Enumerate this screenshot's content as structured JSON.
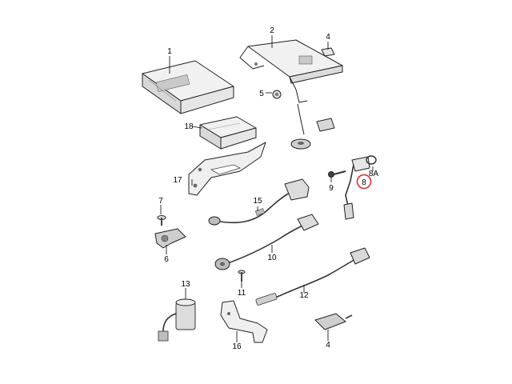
{
  "colors": {
    "part_fill": "#f1f1f1",
    "part_shade": "#c9c9c9",
    "dark": "#555555",
    "highlight_ring": "#d93030"
  },
  "labels": {
    "p1": "1",
    "p2": "2",
    "p4": "4",
    "p5": "5",
    "p6": "6",
    "p7": "7",
    "p8": "8",
    "p8a": "8A",
    "p9": "9",
    "p10": "10",
    "p11": "11",
    "p12": "12",
    "p13": "13",
    "p15": "15",
    "p16": "16",
    "p17": "17",
    "p18": "18"
  }
}
